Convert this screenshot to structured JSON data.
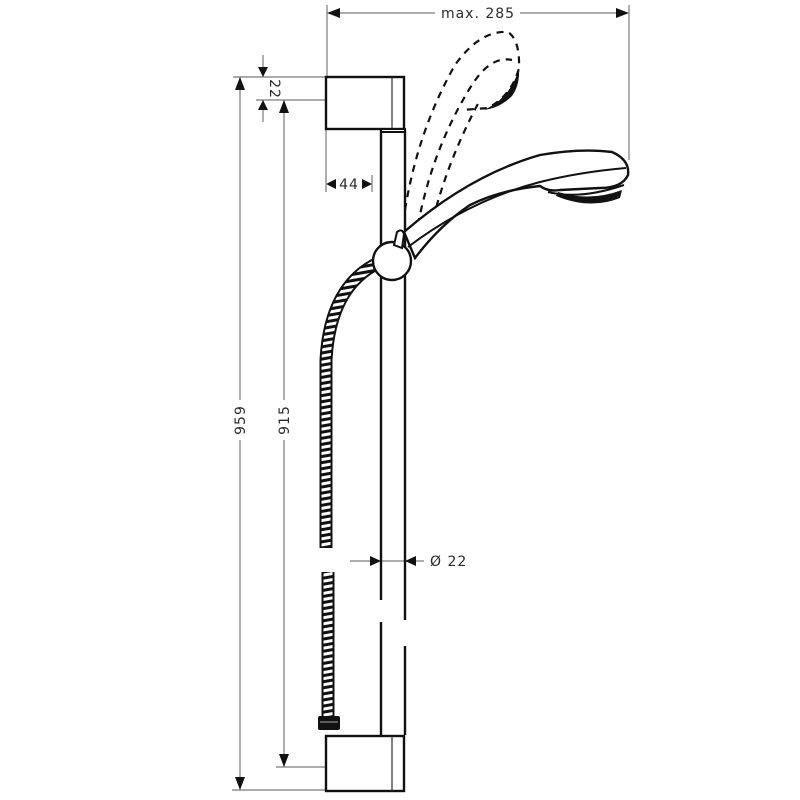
{
  "drawing": {
    "title": "Shower rail set technical drawing",
    "colors": {
      "line": "#111111",
      "dimension_line": "#7a7a7a",
      "background": "#ffffff"
    },
    "dimensions": {
      "max_reach": "max. 285",
      "top_bracket_height": "22",
      "wall_offset": "44",
      "rail_diameter": "Ø 22",
      "overall_height": "959",
      "bracket_spacing": "915"
    },
    "components": [
      "wall-bracket-top",
      "wall-bracket-bottom",
      "slide-rail",
      "slider-holder",
      "hand-shower",
      "hand-shower-alternate-position",
      "shower-hose",
      "hose-nut"
    ]
  }
}
